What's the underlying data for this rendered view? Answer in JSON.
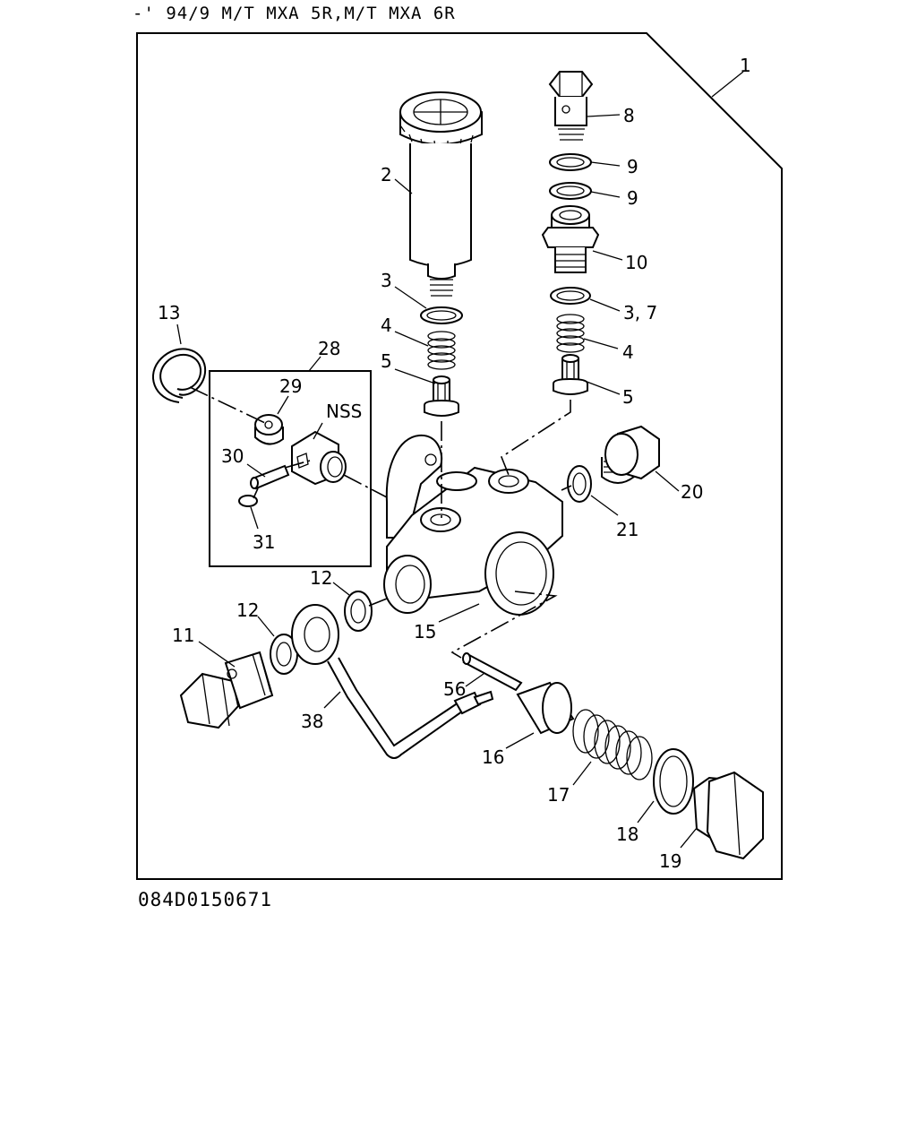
{
  "header": {
    "title": "-' 94/9 M/T MXA 5R,M/T MXA 6R"
  },
  "footer": {
    "code": "084D0150671"
  },
  "callouts": {
    "c1": "1",
    "c2": "2",
    "c3a": "3",
    "c37": "3, 7",
    "c4a": "4",
    "c4b": "4",
    "c5a": "5",
    "c5b": "5",
    "c8": "8",
    "c9a": "9",
    "c9b": "9",
    "c10": "10",
    "c11": "11",
    "c12a": "12",
    "c12b": "12",
    "c13": "13",
    "c15": "15",
    "c16": "16",
    "c17": "17",
    "c18": "18",
    "c19": "19",
    "c20": "20",
    "c21": "21",
    "c28": "28",
    "c29": "29",
    "c30": "30",
    "c31": "31",
    "c38": "38",
    "c56": "56",
    "nss": "NSS"
  }
}
